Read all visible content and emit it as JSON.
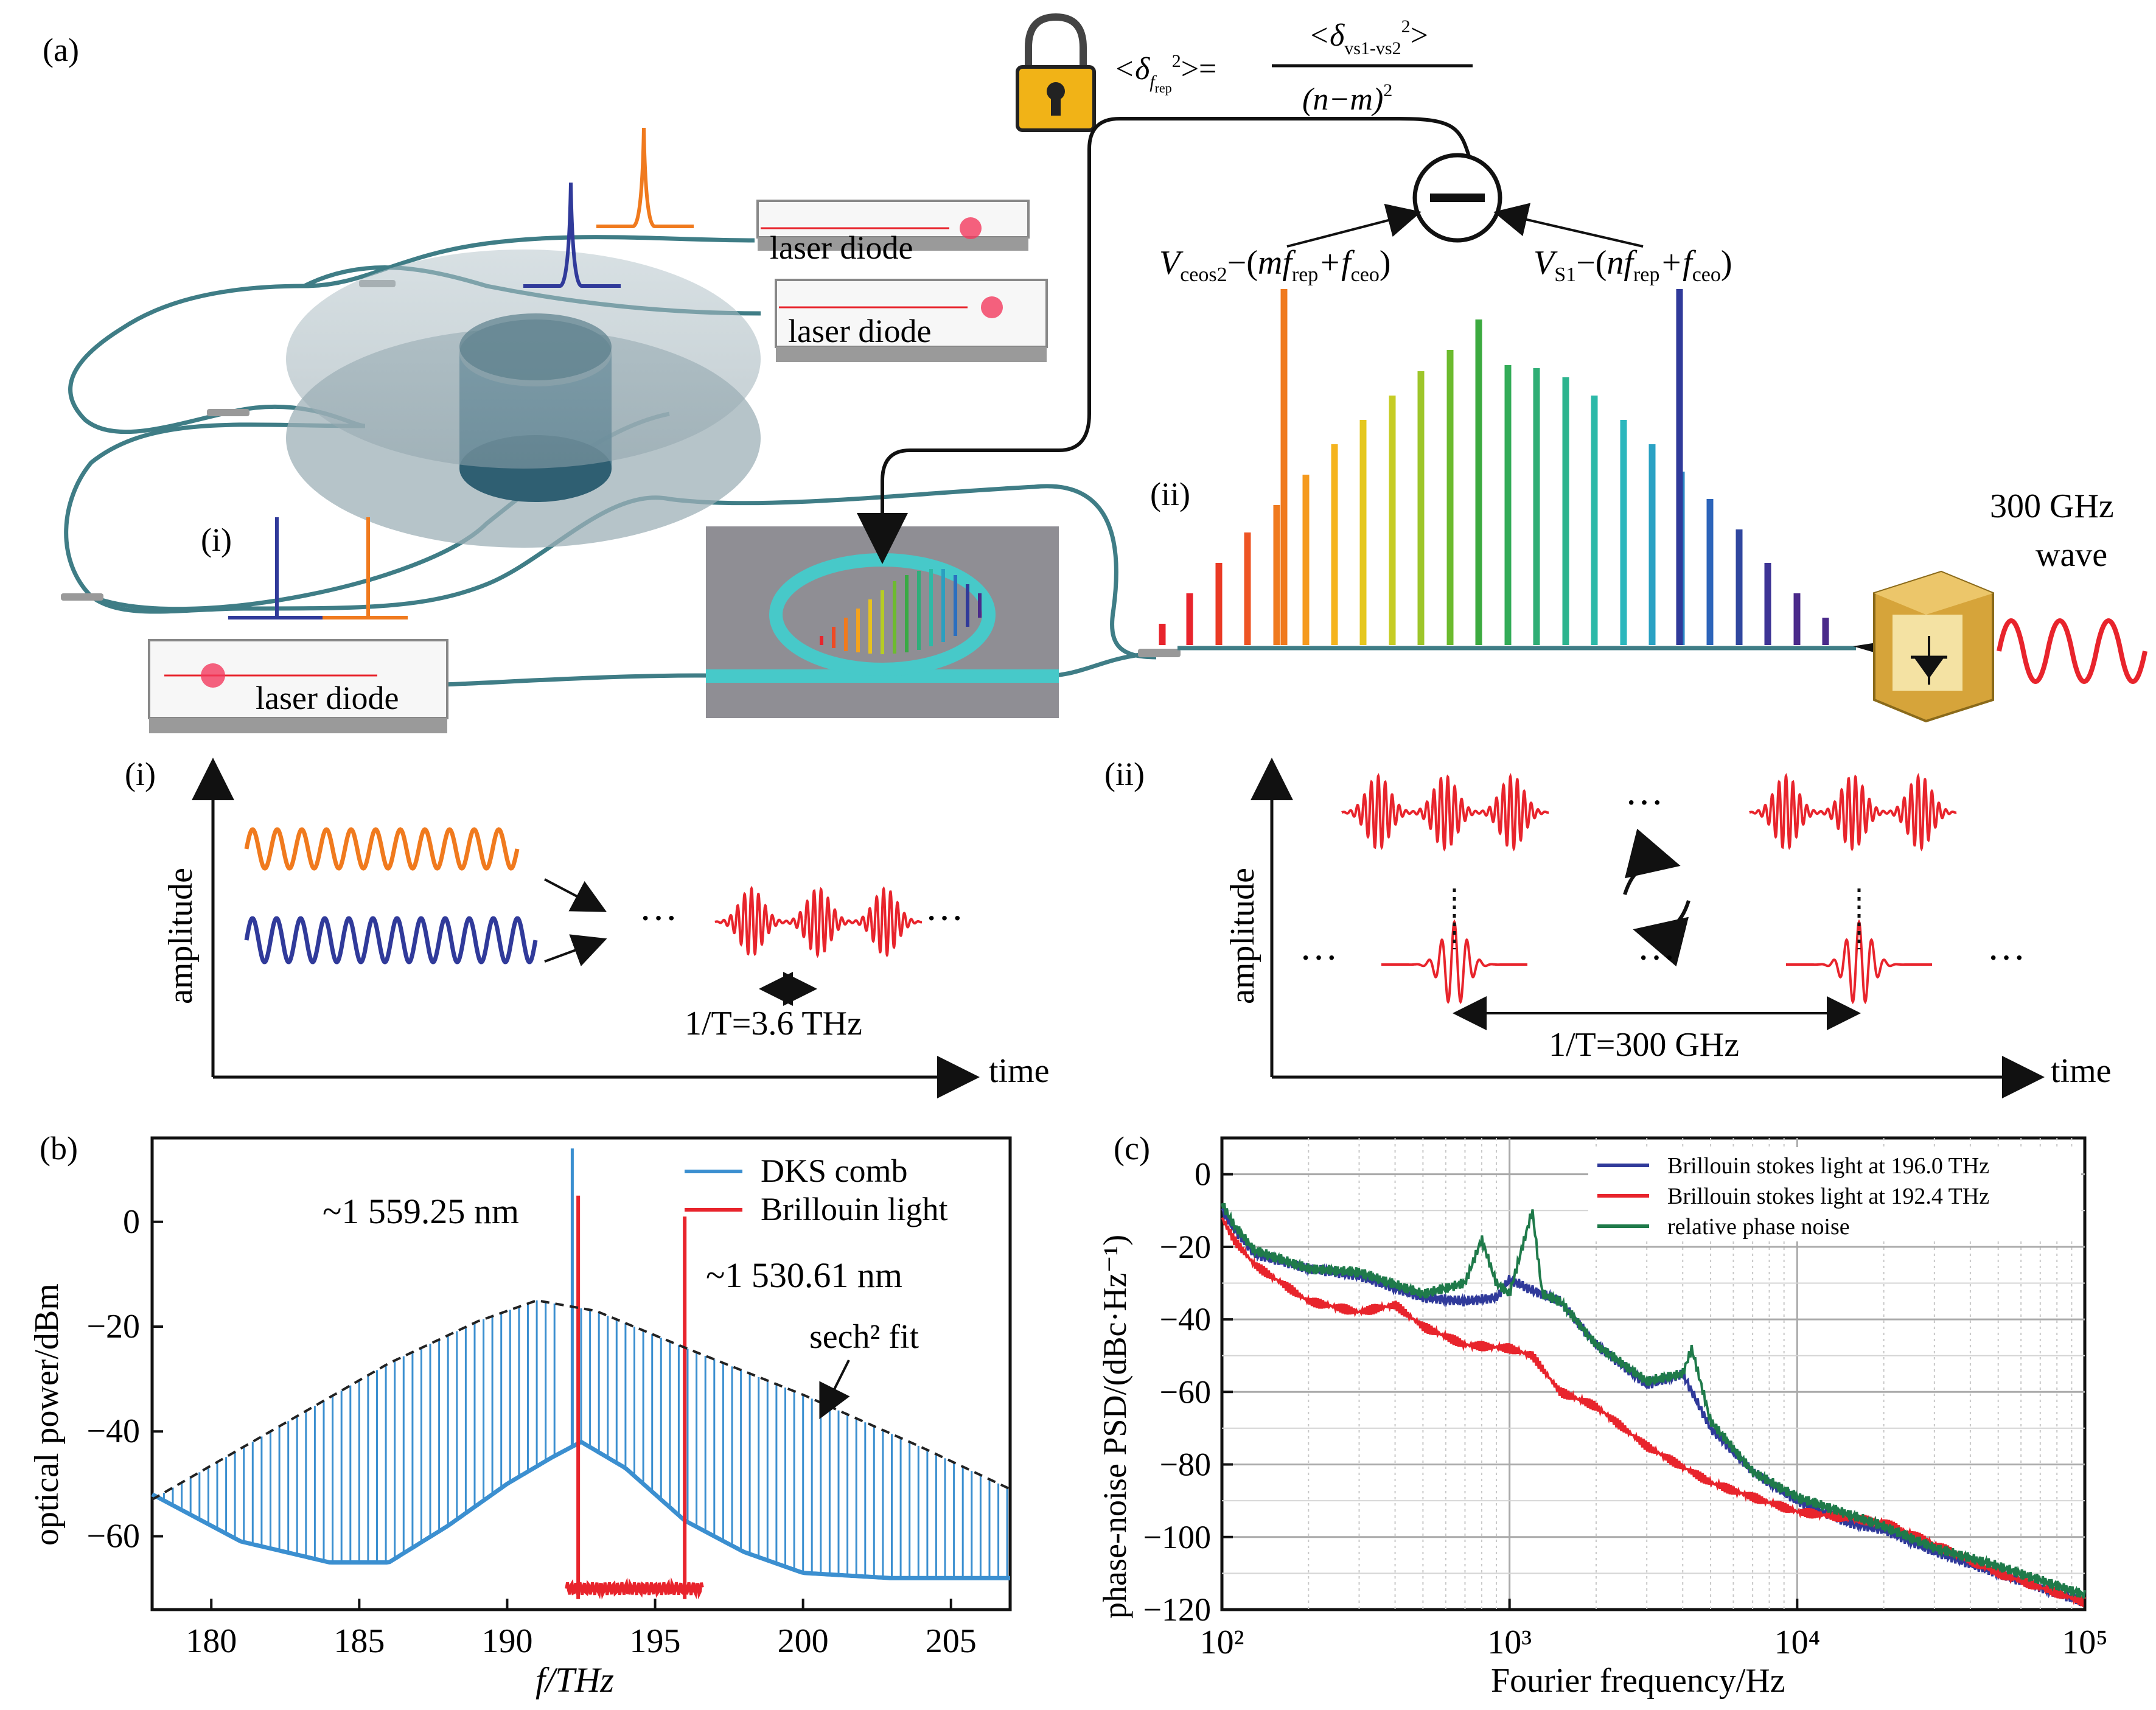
{
  "panel_labels": {
    "a": "(a)",
    "b": "(b)",
    "c": "(c)",
    "i": "(i)",
    "ii": "(ii)"
  },
  "schematic": {
    "laser_diode": "laser diode",
    "wave_300": "300 GHz",
    "wave_word": "wave",
    "formula": {
      "lhs_open": "<δ",
      "lhs_sub": "f",
      "lhs_subsub": "rep",
      "lhs_sup": "2",
      "lhs_close": ">=",
      "numerator": "<δ",
      "numerator_sub": "vs1-vs2",
      "numerator_sup": "2",
      "numerator_close": ">",
      "denominator": "(n−m)",
      "denominator_sup": "2"
    },
    "left_label": {
      "v": "V",
      "v_sub": "ceos2",
      "minus": "−(",
      "mf": "mf",
      "mf_sub": "rep",
      "plus": "+f",
      "plus_sub": "ceo",
      "close": ")"
    },
    "right_label": {
      "v": "V",
      "v_sub": "S1",
      "minus": "−(",
      "nf": "nf",
      "nf_sub": "rep",
      "plus": "+f",
      "plus_sub": "ceo",
      "close": ")"
    }
  },
  "time_panels": {
    "axis_y": "amplitude",
    "axis_x": "time",
    "ellipsis": "···",
    "left_period": "1/T=3.6 THz",
    "right_period": "1/T=300 GHz"
  },
  "colors": {
    "orange": "#f07a1e",
    "blue": "#303a9a",
    "red": "#e8242c",
    "dks": "#3b8fd0",
    "green": "#1f7a4a",
    "fiber": "#3f7d86"
  },
  "chart_data": [
    {
      "type": "line",
      "panel": "(b)",
      "xlabel": "f/THz",
      "ylabel": "optical power/dBm",
      "xlim": [
        178,
        207
      ],
      "ylim": [
        -74,
        16
      ],
      "xticks": [
        180,
        185,
        190,
        195,
        200,
        205
      ],
      "yticks": [
        0,
        -20,
        -40,
        -60
      ],
      "legend_position": "top-right",
      "series": [
        {
          "name": "DKS comb",
          "color": "#3b8fd0",
          "comb_spacing_THz": 0.3,
          "envelope_peak": {
            "x": 191.0,
            "y": -15
          },
          "floor": [
            [
              178,
              -52
            ],
            [
              181,
              -61
            ],
            [
              184,
              -65
            ],
            [
              186,
              -65
            ],
            [
              188,
              -58
            ],
            [
              190,
              -50
            ],
            [
              191.5,
              -45
            ],
            [
              192.5,
              -42
            ],
            [
              194,
              -47
            ],
            [
              196,
              -57
            ],
            [
              198,
              -63
            ],
            [
              200,
              -67
            ],
            [
              203,
              -68
            ],
            [
              207,
              -68
            ]
          ],
          "spike": {
            "x": 192.2,
            "y": 14
          }
        },
        {
          "name": "Brillouin light",
          "color": "#e8242c",
          "lines": [
            {
              "x": 192.4,
              "y": 5
            },
            {
              "x": 196.0,
              "y": 1
            }
          ],
          "floor": [
            [
              192.0,
              -70
            ],
            [
              196.6,
              -70
            ]
          ]
        },
        {
          "name": "sech² fit",
          "style": "dashed",
          "points": [
            [
              178,
              -53
            ],
            [
              182,
              -40
            ],
            [
              186,
              -27
            ],
            [
              189,
              -19
            ],
            [
              191,
              -15
            ],
            [
              193,
              -17
            ],
            [
              196,
              -24
            ],
            [
              200,
              -33
            ],
            [
              204,
              -43
            ],
            [
              207,
              -51
            ]
          ]
        }
      ],
      "annotations": [
        "~1 559.25 nm",
        "~1 530.61 nm",
        "sech² fit"
      ]
    },
    {
      "type": "line",
      "panel": "(c)",
      "xlabel": "Fourier frequency/Hz",
      "ylabel": "phase-noise PSD/(dBc·Hz⁻¹)",
      "xscale": "log",
      "xlim": [
        100,
        100000
      ],
      "ylim": [
        -120,
        10
      ],
      "xticks": [
        "10²",
        "10³",
        "10⁴",
        "10⁵"
      ],
      "yticks": [
        0,
        -20,
        -40,
        -60,
        -80,
        -100,
        -120
      ],
      "legend_position": "top-right",
      "series": [
        {
          "name": "Brillouin stokes light at 196.0 THz",
          "color": "#303a9a",
          "points": [
            [
              100,
              -10
            ],
            [
              110,
              -15
            ],
            [
              130,
              -22
            ],
            [
              200,
              -26
            ],
            [
              300,
              -28
            ],
            [
              500,
              -34
            ],
            [
              700,
              -35
            ],
            [
              900,
              -34
            ],
            [
              1000,
              -29
            ],
            [
              1200,
              -32
            ],
            [
              1500,
              -35
            ],
            [
              2000,
              -47
            ],
            [
              3000,
              -58
            ],
            [
              4000,
              -55
            ],
            [
              5000,
              -70
            ],
            [
              7000,
              -82
            ],
            [
              10000,
              -90
            ],
            [
              15000,
              -96
            ],
            [
              20000,
              -98
            ],
            [
              30000,
              -104
            ],
            [
              50000,
              -110
            ],
            [
              100000,
              -118
            ]
          ]
        },
        {
          "name": "Brillouin stokes light at 192.4 THz",
          "color": "#e8242c",
          "points": [
            [
              100,
              -12
            ],
            [
              110,
              -18
            ],
            [
              130,
              -25
            ],
            [
              200,
              -35
            ],
            [
              300,
              -38
            ],
            [
              400,
              -36
            ],
            [
              500,
              -42
            ],
            [
              700,
              -47
            ],
            [
              1000,
              -48
            ],
            [
              1200,
              -50
            ],
            [
              1500,
              -60
            ],
            [
              2000,
              -64
            ],
            [
              3000,
              -75
            ],
            [
              5000,
              -85
            ],
            [
              7000,
              -89
            ],
            [
              10000,
              -93
            ],
            [
              20000,
              -96
            ],
            [
              30000,
              -102
            ],
            [
              50000,
              -110
            ],
            [
              100000,
              -118
            ]
          ]
        },
        {
          "name": "relative phase noise",
          "color": "#1f7a4a",
          "points": [
            [
              100,
              -8
            ],
            [
              110,
              -14
            ],
            [
              130,
              -21
            ],
            [
              200,
              -26
            ],
            [
              300,
              -27
            ],
            [
              500,
              -33
            ],
            [
              700,
              -30
            ],
            [
              800,
              -18
            ],
            [
              900,
              -30
            ],
            [
              1000,
              -33
            ],
            [
              1200,
              -10
            ],
            [
              1300,
              -33
            ],
            [
              1500,
              -35
            ],
            [
              2000,
              -47
            ],
            [
              3000,
              -57
            ],
            [
              4000,
              -55
            ],
            [
              4300,
              -48
            ],
            [
              5000,
              -68
            ],
            [
              7000,
              -82
            ],
            [
              10000,
              -89
            ],
            [
              20000,
              -97
            ],
            [
              30000,
              -103
            ],
            [
              50000,
              -108
            ],
            [
              100000,
              -116
            ]
          ]
        }
      ]
    }
  ]
}
